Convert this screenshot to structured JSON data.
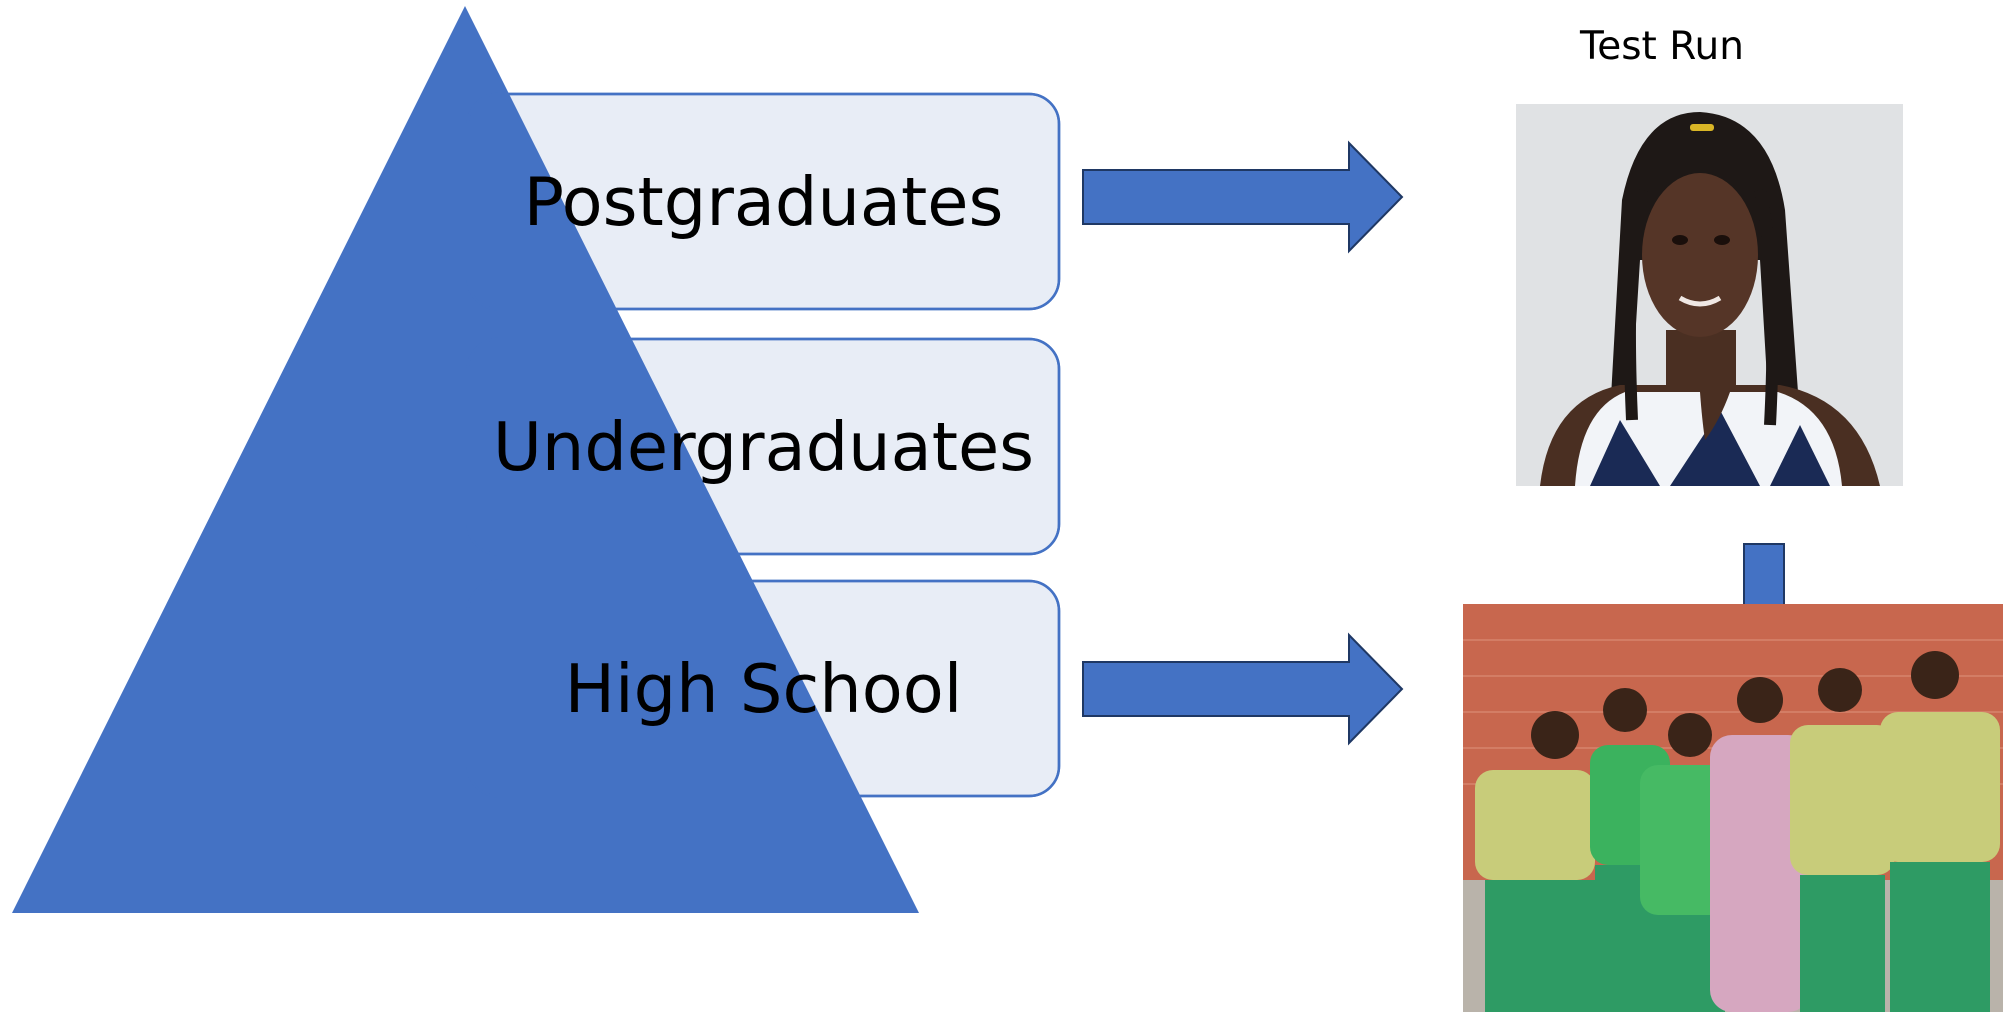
{
  "levels": [
    {
      "label": "Postgraduates"
    },
    {
      "label": "Undergraduates"
    },
    {
      "label": "High School"
    }
  ],
  "test_run": {
    "caption": "Test Run"
  },
  "photos": {
    "portrait": {
      "icon": "portrait-photo-icon"
    },
    "group": {
      "icon": "group-photo-icon"
    }
  },
  "colors": {
    "pyramid": "#4472C4",
    "box_fill": "#E8EDF6",
    "box_border": "#4472C4",
    "arrow": "#4472C4",
    "arrow_border": "#1F3864"
  }
}
